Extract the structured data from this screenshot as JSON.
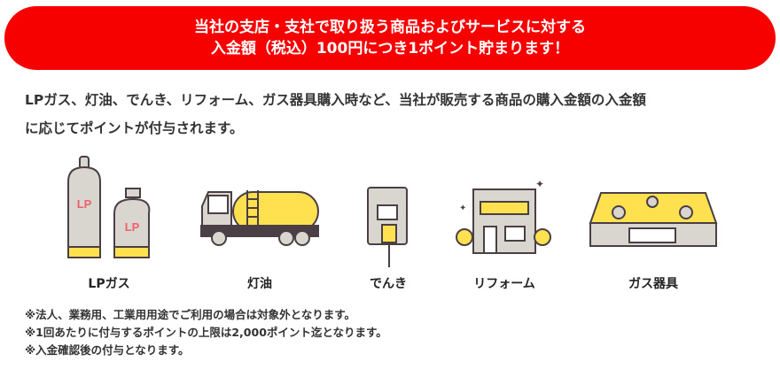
{
  "banner": {
    "line1": "当社の支店・支社で取り扱う商品およびサービスに対する",
    "line2": "入金額（税込）100円につき1ポイント貯まります！"
  },
  "intro": {
    "line1": "LPガス、灯油、でんき、リフォーム、ガス器具購入時など、当社が販売する商品の購入金額の入金額",
    "line2": "に応じてポイントが付与されます。"
  },
  "items": [
    {
      "label": "LPガス",
      "icon_text": "LP"
    },
    {
      "label": "灯油"
    },
    {
      "label": "でんき"
    },
    {
      "label": "リフォーム"
    },
    {
      "label": "ガス器具"
    }
  ],
  "notes": [
    "※法人、業務用、工業用用途でご利用の場合は対象外となります。",
    "※1回あたりに付与するポイントの上限は2,000ポイント迄となります。",
    "※入金確認後の付与となります。"
  ],
  "colors": {
    "red": "#f70000",
    "yellow": "#ffe14f",
    "gray": "#d9d6d0",
    "outline": "#4a3f45",
    "lp": "#f0606a"
  }
}
